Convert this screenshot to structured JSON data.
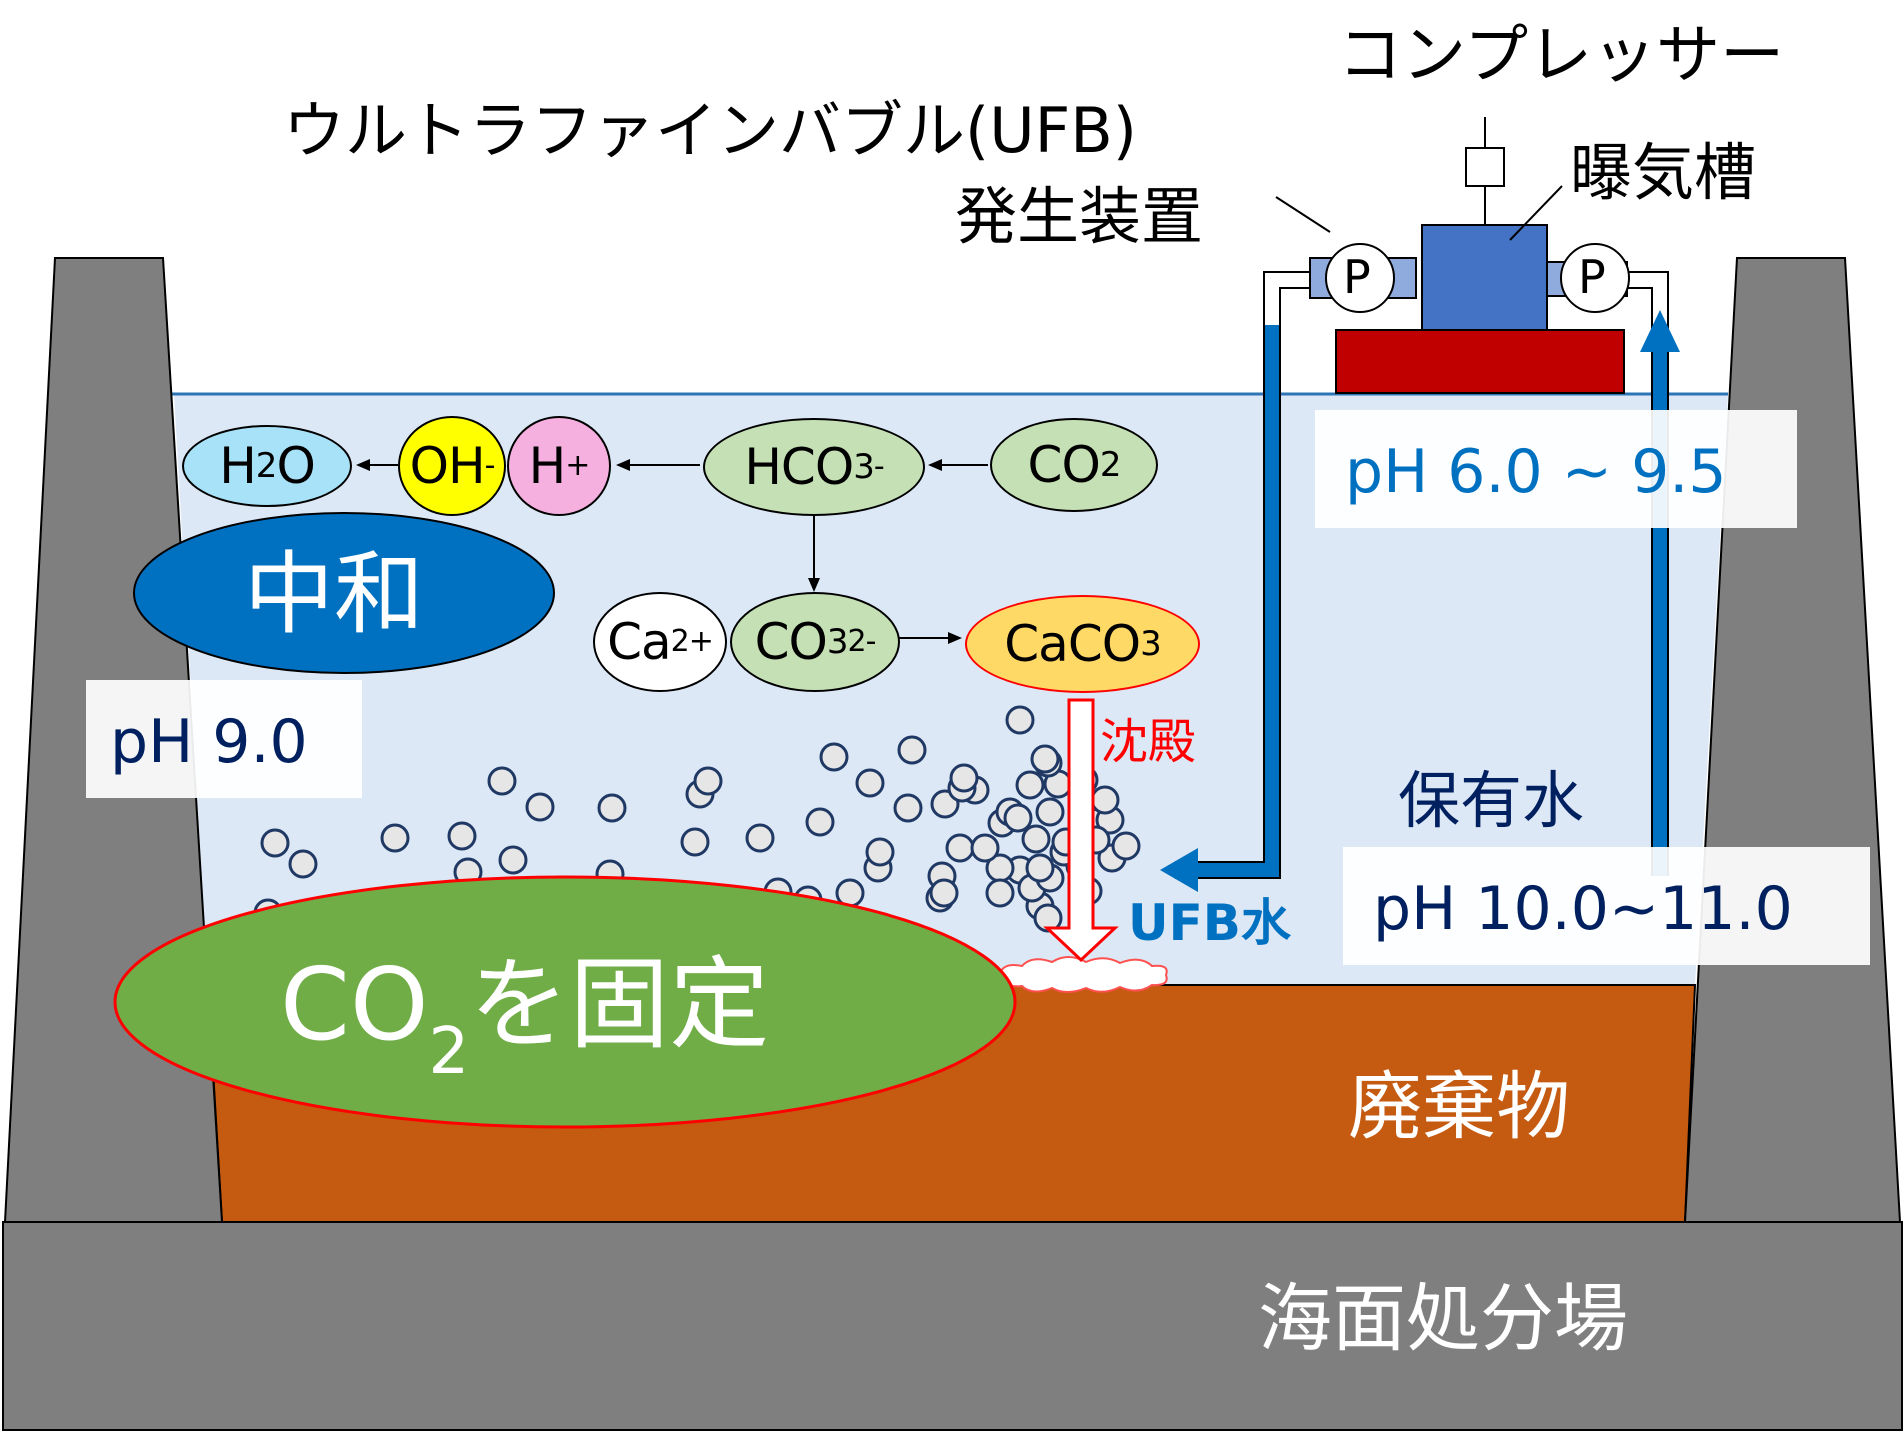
{
  "labels": {
    "ufb_device_line1": "ウルトラファインバブル(UFB)",
    "ufb_device_line2": "発生装置",
    "compressor": "コンプレッサー",
    "aeration_tank": "曝気槽",
    "pump_left": "P",
    "pump_right": "P",
    "ph_circulation": "pH 6.0 ~ 9.5",
    "ph_left": "pH 9.0",
    "retained_water": "保有水",
    "ph_retained": "pH 10.0~11.0",
    "ufb_water": "UFB水",
    "precipitation": "沈殿",
    "neutralization": "中和",
    "co2_fix_main": "CO",
    "co2_fix_sub": "2",
    "co2_fix_tail": "を固定",
    "waste": "廃棄物",
    "disposal_site": "海面処分場"
  },
  "ions": {
    "h2o": {
      "a": "H",
      "sub": "2",
      "b": "O"
    },
    "oh": {
      "a": "OH",
      "sup": "-"
    },
    "h": {
      "a": "H",
      "sup": "+"
    },
    "hco3": {
      "a": "HCO",
      "sub": "3",
      "sup": "-"
    },
    "co2": {
      "a": "CO",
      "sub": "2"
    },
    "ca": {
      "a": "Ca",
      "sup": "2+"
    },
    "co3": {
      "a": "CO",
      "sub": "3",
      "sup": "2-"
    },
    "caco3": {
      "a": "CaCO",
      "sub": "3"
    }
  },
  "colors": {
    "wall": "#7f7f7f",
    "water": "#dce8f6",
    "waste": "#c55a11",
    "fix_ellipse": "#70ad47",
    "neutral_ellipse": "#0070c0",
    "pipe": "#0070c0",
    "aeration_tank": "#4472c4",
    "tray": "#c00000",
    "ion_blue": "#a8e2f8",
    "ion_yellow": "#ffff00",
    "ion_pink": "#f5b0e0",
    "ion_green": "#c5e0b4",
    "ion_orange": "#ffd966"
  }
}
